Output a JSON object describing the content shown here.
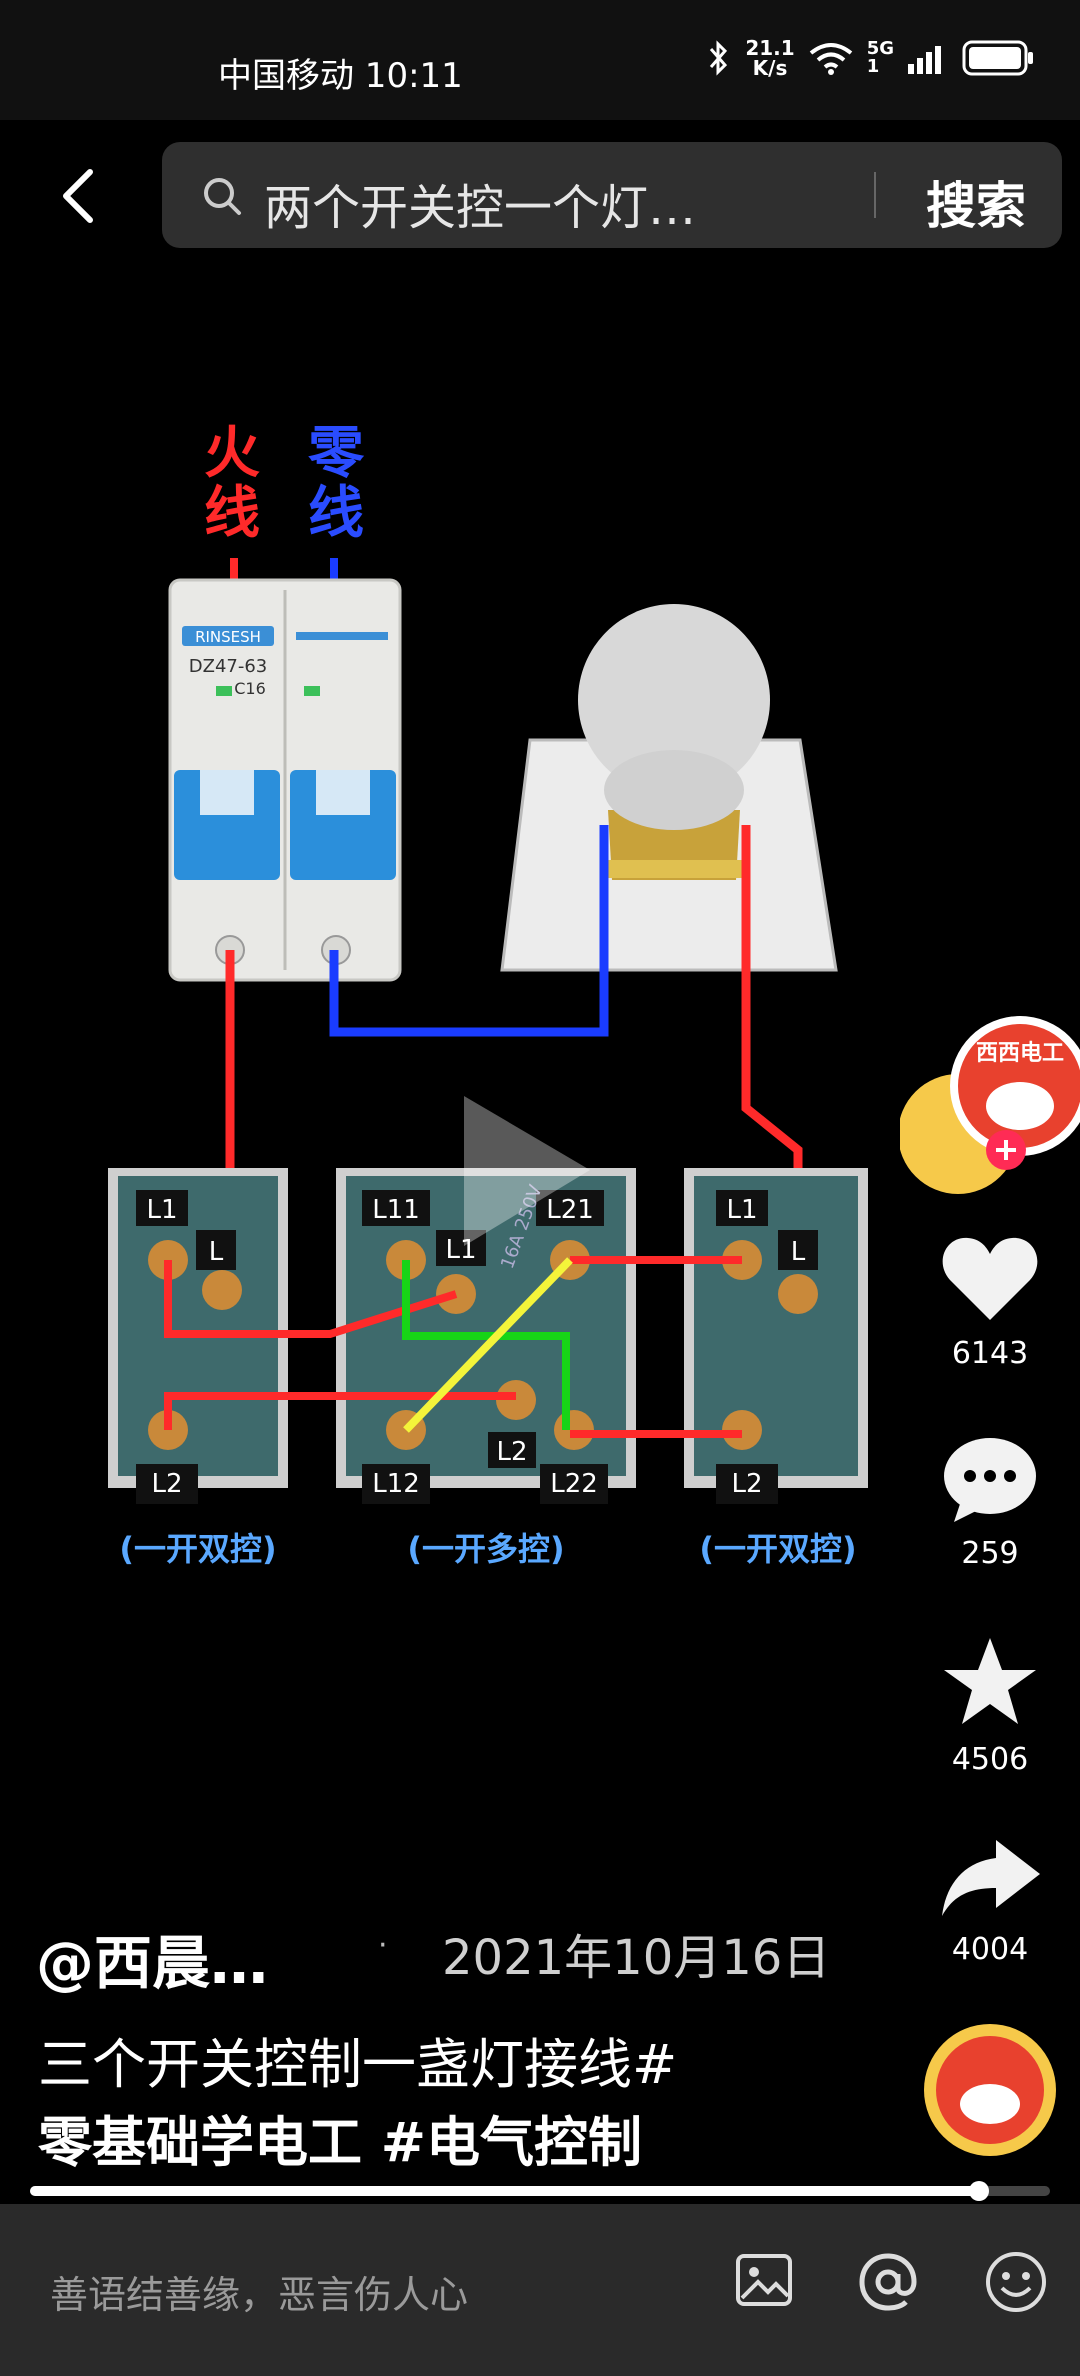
{
  "status": {
    "carrier_time": "中国移动 10:11",
    "speed_value": "21.1",
    "speed_unit": "K/s",
    "network": "5G",
    "network_sub": "1"
  },
  "search": {
    "query": "两个开关控一个灯…",
    "button": "搜索"
  },
  "video": {
    "label_live": "火",
    "label_live2": "线",
    "label_neutral": "零",
    "label_neutral2": "线",
    "breaker_brand": "RINSESH",
    "breaker_model": "DZ47-63",
    "breaker_rating": "C16",
    "switch_left_caption": "(一开双控)",
    "switch_mid_caption": "(一开多控)",
    "switch_right_caption": "(一开双控)",
    "t_L1": "L1",
    "t_L2": "L2",
    "t_L": "L",
    "t_L11": "L11",
    "t_L21": "L21",
    "t_L12": "L12",
    "t_L22": "L22",
    "rating": "16A 250V"
  },
  "actions": {
    "avatar_text": "西西电工",
    "likes": "6143",
    "comments": "259",
    "favorites": "4506",
    "shares": "4004"
  },
  "post": {
    "author": "@西晨…",
    "separator": "·",
    "date": "2021年10月16日",
    "caption_line1": "三个开关控制一盏灯接线#",
    "caption_line2": "零基础学电工 #电气控制"
  },
  "progress": {
    "fraction": 0.93
  },
  "comment": {
    "placeholder": "善语结善缘，恶言伤人心"
  },
  "colors": {
    "live": "#ff2a2a",
    "neutral": "#1a3cff",
    "green": "#17d417",
    "yellow": "#f4f43a",
    "caption_blue": "#5aa8ff"
  }
}
